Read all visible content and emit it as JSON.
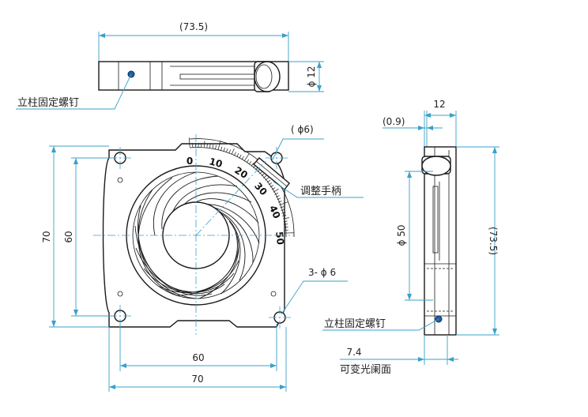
{
  "dimensions": {
    "top_width": "(73.5)",
    "top_height": "ϕ 12",
    "front_height_outer": "70",
    "front_height_inner": "60",
    "front_width_inner": "60",
    "front_width_outer": "70",
    "hole_top": "( ϕ6)",
    "holes_three": "3- ϕ 6",
    "side_gap": "(0.9)",
    "side_width": "12",
    "side_aperture": "ϕ 50",
    "side_height": "(73.5)",
    "side_offset": "7.4"
  },
  "labels": {
    "post_screw_top": "立柱固定螺钉",
    "handle": "调整手柄",
    "post_screw_side": "立柱固定螺钉",
    "iris": "可变光阑面"
  },
  "scale": {
    "ticks": [
      "0",
      "10",
      "20",
      "30",
      "40",
      "50"
    ]
  },
  "colors": {
    "dimension": "#3aa0c8",
    "outline": "#1a1a1a",
    "screw": "#1f5fa8"
  }
}
